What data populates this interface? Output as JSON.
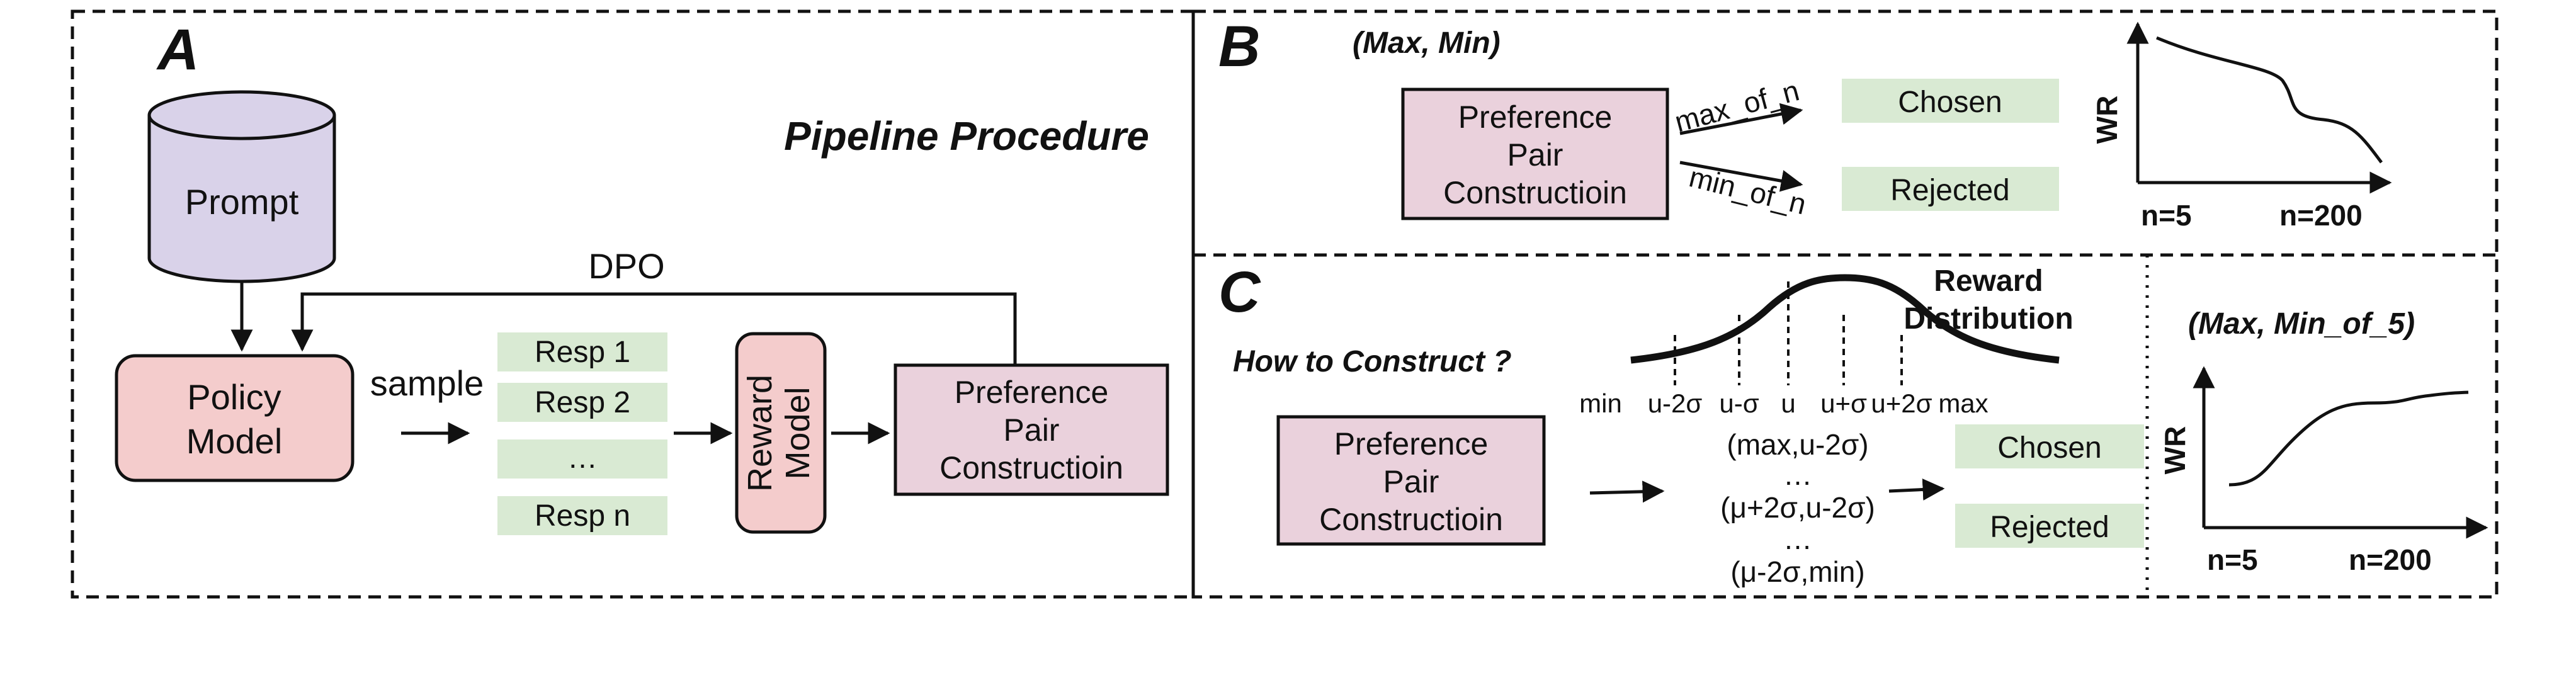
{
  "colors": {
    "cylinder_fill": "#d9d2e9",
    "policy_fill": "#f4cccc",
    "reward_fill": "#f4cccc",
    "preference_fill": "#ead1dc",
    "response_fill": "#d9ead3",
    "stroke": "#111111"
  },
  "panel_a": {
    "letter": "A",
    "title": "Pipeline Procedure",
    "prompt_label": "Prompt",
    "dpo_label": "DPO",
    "policy_line1": "Policy",
    "policy_line2": "Model",
    "sample_label": "sample",
    "responses": [
      "Resp 1",
      "Resp 2",
      "…",
      "Resp n"
    ],
    "reward_line1": "Reward",
    "reward_line2": "Model",
    "pref_line1": "Preference",
    "pref_line2": "Pair",
    "pref_line3": "Constructioin"
  },
  "panel_b": {
    "letter": "B",
    "title": "(Max, Min)",
    "pref_line1": "Preference",
    "pref_line2": "Pair",
    "pref_line3": "Constructioin",
    "max_label": "max_of_n",
    "min_label": "min_of_n",
    "chosen": "Chosen",
    "rejected": "Rejected",
    "plot": {
      "ylabel": "WR",
      "x_left": "n=5",
      "x_right": "n=200",
      "trend": "decreasing"
    }
  },
  "panel_c": {
    "letter": "C",
    "question": "How to Construct ?",
    "pref_line1": "Preference",
    "pref_line2": "Pair",
    "pref_line3": "Constructioin",
    "dist_title_line1": "Reward",
    "dist_title_line2": "Distribution",
    "ticks": [
      "min",
      "u-2σ",
      "u-σ",
      "u",
      "u+σ",
      "u+2σ",
      "max"
    ],
    "pairs": [
      "(max,u-2σ)",
      "…",
      "(μ+2σ,u-2σ)",
      "…",
      "(μ-2σ,min)"
    ],
    "chosen": "Chosen",
    "rejected": "Rejected",
    "plot": {
      "title": "(Max, Min_of_5)",
      "ylabel": "WR",
      "x_left": "n=5",
      "x_right": "n=200",
      "trend": "increasing"
    }
  }
}
